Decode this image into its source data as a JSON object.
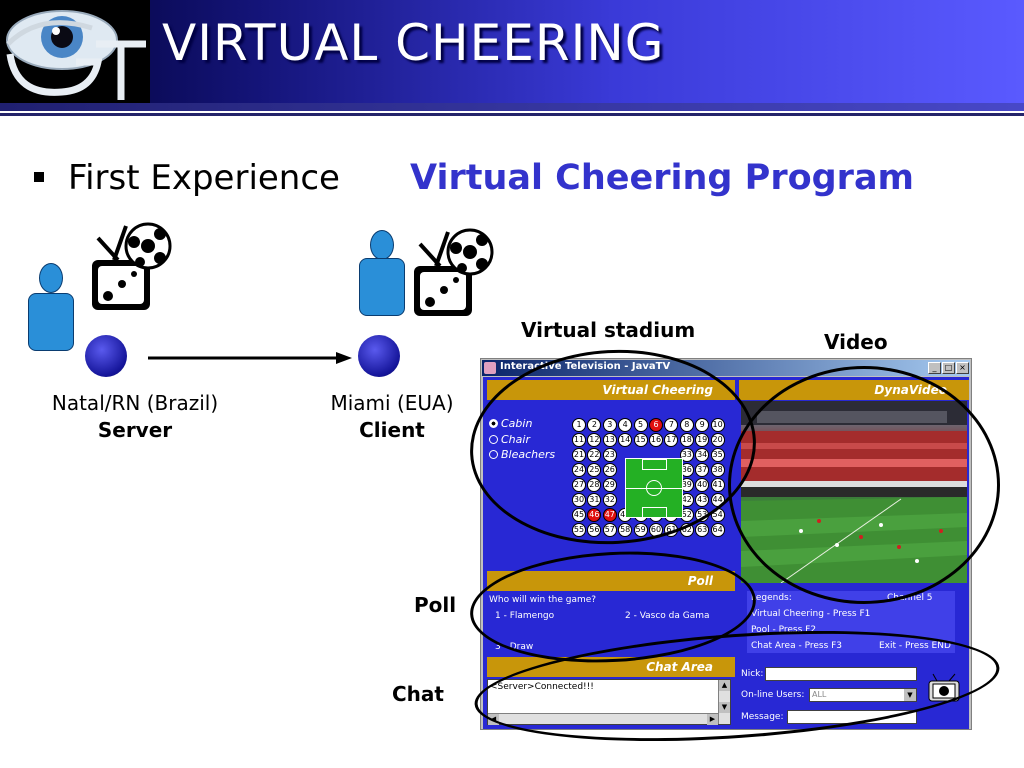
{
  "slide": {
    "title": "VIRTUAL CHEERING",
    "bullet_text": "First Experience",
    "bullet_emphasis": "Virtual Cheering Program"
  },
  "diagram": {
    "server": {
      "location": "Natal/RN (Brazil)",
      "role": "Server"
    },
    "client": {
      "location": "Miami (EUA)",
      "role": "Client"
    }
  },
  "callouts": {
    "stadium": "Virtual stadium",
    "video": "Video",
    "poll": "Poll",
    "chat": "Chat"
  },
  "app": {
    "window_title": "Interactive Television - JavaTV",
    "cheering_header": "Virtual Cheering",
    "video_header": "DynaVideo",
    "seat_options": [
      "Cabin",
      "Chair",
      "Bleachers"
    ],
    "seats": [
      "1",
      "2",
      "3",
      "4",
      "5",
      "6",
      "7",
      "8",
      "9",
      "10",
      "11",
      "12",
      "13",
      "14",
      "15",
      "16",
      "17",
      "18",
      "19",
      "20",
      "21",
      "22",
      "23",
      "33",
      "34",
      "35",
      "24",
      "25",
      "26",
      "36",
      "37",
      "38",
      "27",
      "28",
      "29",
      "39",
      "40",
      "41",
      "30",
      "31",
      "32",
      "42",
      "43",
      "44",
      "45",
      "46",
      "47",
      "48",
      "49",
      "50",
      "51",
      "52",
      "53",
      "54",
      "55",
      "56",
      "57",
      "58",
      "59",
      "60",
      "61",
      "62",
      "63",
      "64"
    ],
    "poll_header": "Poll",
    "poll_question": "Who will win the game?",
    "poll_options": [
      "1 -  Flamengo",
      "2 -  Vasco da Gama",
      "3 -  Draw"
    ],
    "legend_label": "Legends:",
    "legend_channel": "Channel 5",
    "legend_lines": [
      "Virtual Cheering - Press F1",
      "Pool                - Press F2",
      "Chat Area          - Press F3",
      "Exit - Press END"
    ],
    "chat_header": "Chat Area",
    "chat_log": "<Server>Connected!!!",
    "nick_label": "Nick:",
    "online_label": "On-line Users:",
    "online_value": "ALL",
    "message_label": "Message:",
    "colors": {
      "panel_bg": "#2828d4",
      "panel_header": "#c8960a",
      "taken_seat": "#e01010"
    }
  }
}
